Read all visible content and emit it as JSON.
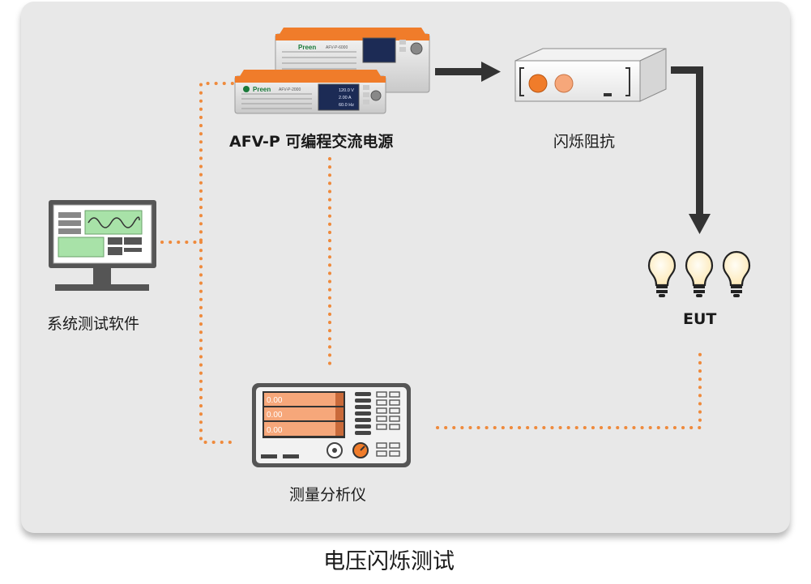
{
  "labels": {
    "power_supply": "AFV-P 可编程交流电源",
    "flicker_impedance": "闪烁阻抗",
    "software": "系统测试软件",
    "eut": "EUT",
    "analyzer": "测量分析仪"
  },
  "caption": "电压闪烁测试",
  "devices": {
    "power_supply_brand": "Preen",
    "power_supply_model_top": "AFV-P-6000",
    "power_supply_model_bottom": "AFV-P-2000",
    "power_supply_screen_values": [
      "120.0 V",
      "2.00 A",
      "60.0 Hz"
    ],
    "analyzer_readings": [
      "0.00",
      "0.00",
      "0.00"
    ]
  },
  "colors": {
    "panel_background": "#e8e8e8",
    "accent_orange": "#f07c2a",
    "dotted_link": "#ef8a3c",
    "flow_arrow": "#333333",
    "analyzer_readout": "#f6a77a"
  }
}
